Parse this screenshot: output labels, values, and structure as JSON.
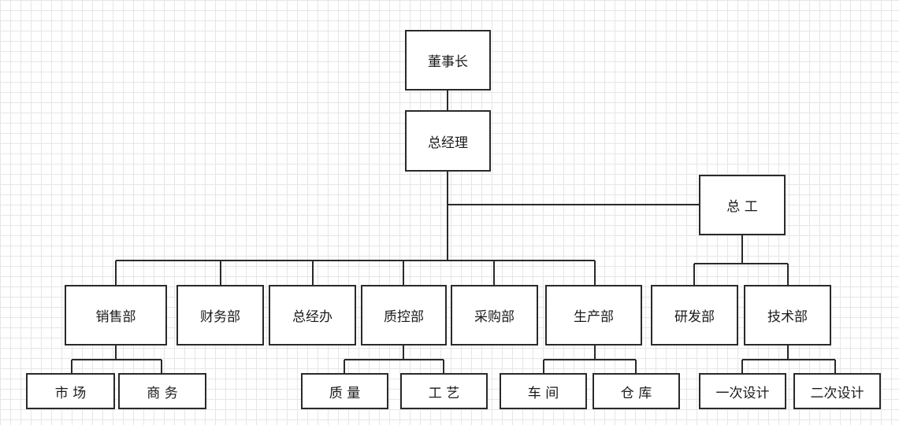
{
  "org_chart": {
    "chairman": "董事长",
    "general_manager": "总经理",
    "chief_engineer": "总 工",
    "departments": {
      "sales": "销售部",
      "finance": "财务部",
      "general_office": "总经办",
      "quality_control": "质控部",
      "purchasing": "采购部",
      "production": "生产部",
      "rnd": "研发部",
      "technology": "技术部"
    },
    "subunits": {
      "market": "市 场",
      "business": "商 务",
      "quality": "质 量",
      "process": "工 艺",
      "workshop": "车 间",
      "warehouse": "仓 库",
      "primary_design": "一次设计",
      "secondary_design": "二次设计"
    }
  }
}
